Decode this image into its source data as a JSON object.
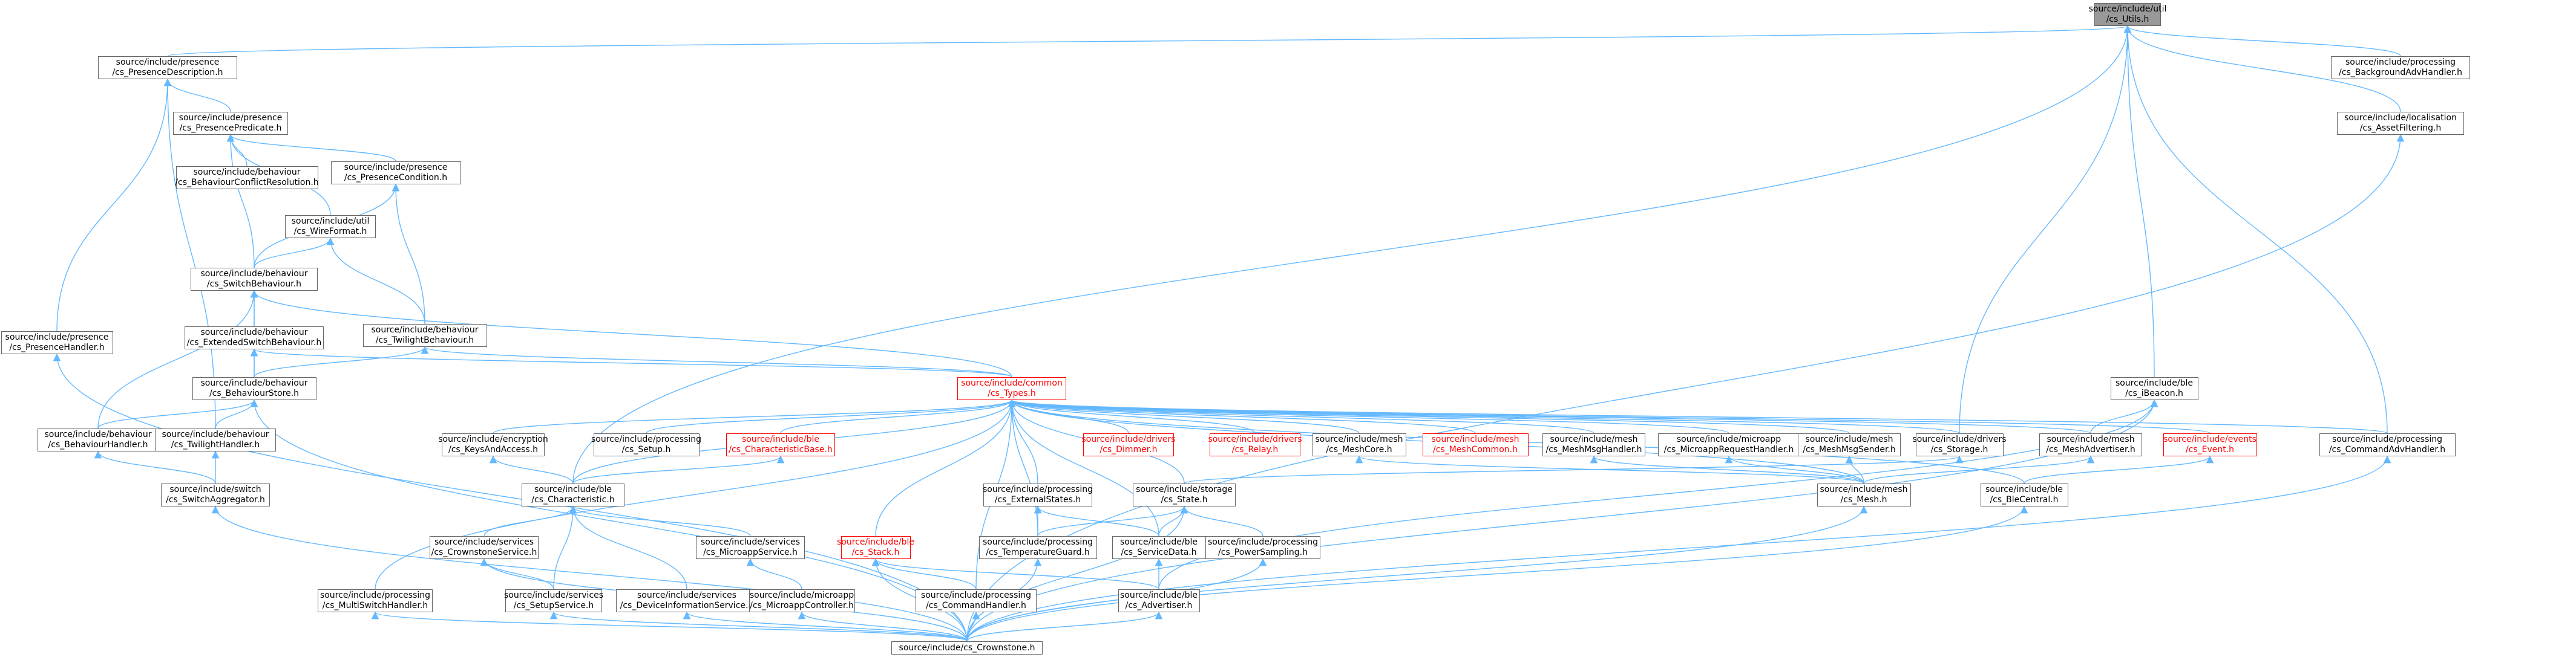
{
  "colors": {
    "edge": "#63b8ff",
    "border": "#666666",
    "root_fill": "#999999",
    "red": "#ff0000"
  },
  "nodes": [
    {
      "id": "utils",
      "l1": "source/include/util",
      "l2": "/cs_Utils.h",
      "style": "root"
    },
    {
      "id": "presdesc",
      "l1": "source/include/presence",
      "l2": "/cs_PresenceDescription.h"
    },
    {
      "id": "bgadv",
      "l1": "source/include/processing",
      "l2": "/cs_BackgroundAdvHandler.h"
    },
    {
      "id": "presPred",
      "l1": "source/include/presence",
      "l2": "/cs_PresencePredicate.h"
    },
    {
      "id": "assetf",
      "l1": "source/include/localisation",
      "l2": "/cs_AssetFiltering.h"
    },
    {
      "id": "bconf",
      "l1": "source/include/behaviour",
      "l2": "/cs_BehaviourConflictResolution.h"
    },
    {
      "id": "prescond",
      "l1": "source/include/presence",
      "l2": "/cs_PresenceCondition.h"
    },
    {
      "id": "wire",
      "l1": "source/include/util",
      "l2": "/cs_WireFormat.h"
    },
    {
      "id": "switchb",
      "l1": "source/include/behaviour",
      "l2": "/cs_SwitchBehaviour.h"
    },
    {
      "id": "extsw",
      "l1": "source/include/behaviour",
      "l2": "/cs_ExtendedSwitchBehaviour.h"
    },
    {
      "id": "twb",
      "l1": "source/include/behaviour",
      "l2": "/cs_TwilightBehaviour.h"
    },
    {
      "id": "preshandler",
      "l1": "source/include/presence",
      "l2": "/cs_PresenceHandler.h"
    },
    {
      "id": "bstore",
      "l1": "source/include/behaviour",
      "l2": "/cs_BehaviourStore.h"
    },
    {
      "id": "types",
      "l1": "source/include/common",
      "l2": "/cs_Types.h",
      "style": "red"
    },
    {
      "id": "ibeacon",
      "l1": "source/include/ble",
      "l2": "/cs_iBeacon.h"
    },
    {
      "id": "bhandler",
      "l1": "source/include/behaviour",
      "l2": "/cs_BehaviourHandler.h"
    },
    {
      "id": "twhandler",
      "l1": "source/include/behaviour",
      "l2": "/cs_TwilightHandler.h"
    },
    {
      "id": "keys",
      "l1": "source/include/encryption",
      "l2": "/cs_KeysAndAccess.h"
    },
    {
      "id": "setup",
      "l1": "source/include/processing",
      "l2": "/cs_Setup.h"
    },
    {
      "id": "charbase",
      "l1": "source/include/ble",
      "l2": "/cs_CharacteristicBase.h",
      "style": "red"
    },
    {
      "id": "dimmer",
      "l1": "source/include/drivers",
      "l2": "/cs_Dimmer.h",
      "style": "red"
    },
    {
      "id": "relay",
      "l1": "source/include/drivers",
      "l2": "/cs_Relay.h",
      "style": "red"
    },
    {
      "id": "meshcore",
      "l1": "source/include/mesh",
      "l2": "/cs_MeshCore.h"
    },
    {
      "id": "meshcommon",
      "l1": "source/include/mesh",
      "l2": "/cs_MeshCommon.h",
      "style": "red"
    },
    {
      "id": "meshmsg",
      "l1": "source/include/mesh",
      "l2": "/cs_MeshMsgHandler.h"
    },
    {
      "id": "mreq",
      "l1": "source/include/microapp",
      "l2": "/cs_MicroappRequestHandler.h"
    },
    {
      "id": "meshsend",
      "l1": "source/include/mesh",
      "l2": "/cs_MeshMsgSender.h"
    },
    {
      "id": "storage",
      "l1": "source/include/drivers",
      "l2": "/cs_Storage.h"
    },
    {
      "id": "meshadv",
      "l1": "source/include/mesh",
      "l2": "/cs_MeshAdvertiser.h"
    },
    {
      "id": "event",
      "l1": "source/include/events",
      "l2": "/cs_Event.h",
      "style": "red"
    },
    {
      "id": "cmdadv",
      "l1": "source/include/processing",
      "l2": "/cs_CommandAdvHandler.h"
    },
    {
      "id": "swagg",
      "l1": "source/include/switch",
      "l2": "/cs_SwitchAggregator.h"
    },
    {
      "id": "charh",
      "l1": "source/include/ble",
      "l2": "/cs_Characteristic.h"
    },
    {
      "id": "extstates",
      "l1": "source/include/processing",
      "l2": "/cs_ExternalStates.h"
    },
    {
      "id": "state",
      "l1": "source/include/storage",
      "l2": "/cs_State.h"
    },
    {
      "id": "mesh",
      "l1": "source/include/mesh",
      "l2": "/cs_Mesh.h"
    },
    {
      "id": "blecentral",
      "l1": "source/include/ble",
      "l2": "/cs_BleCentral.h"
    },
    {
      "id": "crownserv",
      "l1": "source/include/services",
      "l2": "/cs_CrownstoneService.h"
    },
    {
      "id": "microserv",
      "l1": "source/include/services",
      "l2": "/cs_MicroappService.h"
    },
    {
      "id": "stack",
      "l1": "source/include/ble",
      "l2": "/cs_Stack.h",
      "style": "red"
    },
    {
      "id": "tempguard",
      "l1": "source/include/processing",
      "l2": "/cs_TemperatureGuard.h"
    },
    {
      "id": "servdata",
      "l1": "source/include/ble",
      "l2": "/cs_ServiceData.h"
    },
    {
      "id": "powsamp",
      "l1": "source/include/processing",
      "l2": "/cs_PowerSampling.h"
    },
    {
      "id": "multisw",
      "l1": "source/include/processing",
      "l2": "/cs_MultiSwitchHandler.h"
    },
    {
      "id": "setupserv",
      "l1": "source/include/services",
      "l2": "/cs_SetupService.h"
    },
    {
      "id": "devinfo",
      "l1": "source/include/services",
      "l2": "/cs_DeviceInformationService.h"
    },
    {
      "id": "microctrl",
      "l1": "source/include/microapp",
      "l2": "/cs_MicroappController.h"
    },
    {
      "id": "cmdhandler",
      "l1": "source/include/processing",
      "l2": "/cs_CommandHandler.h"
    },
    {
      "id": "advertiser",
      "l1": "source/include/ble",
      "l2": "/cs_Advertiser.h"
    },
    {
      "id": "crownstone",
      "l1": "source/include/cs_Crownstone.h",
      "l2": ""
    }
  ],
  "edges": [
    [
      "presdesc",
      "utils"
    ],
    [
      "bgadv",
      "utils"
    ],
    [
      "assetf",
      "utils"
    ],
    [
      "ibeacon",
      "utils"
    ],
    [
      "storage",
      "utils"
    ],
    [
      "cmdadv",
      "utils"
    ],
    [
      "charh",
      "utils"
    ],
    [
      "presPred",
      "presdesc"
    ],
    [
      "preshandler",
      "presdesc"
    ],
    [
      "twhandler",
      "presdesc"
    ],
    [
      "bconf",
      "presPred"
    ],
    [
      "prescond",
      "presPred"
    ],
    [
      "switchb",
      "presPred"
    ],
    [
      "wire",
      "presPred"
    ],
    [
      "switchb",
      "prescond"
    ],
    [
      "twb",
      "prescond"
    ],
    [
      "switchb",
      "wire"
    ],
    [
      "twb",
      "wire"
    ],
    [
      "extsw",
      "switchb"
    ],
    [
      "bstore",
      "switchb"
    ],
    [
      "bhandler",
      "switchb"
    ],
    [
      "types",
      "switchb"
    ],
    [
      "bstore",
      "extsw"
    ],
    [
      "types",
      "extsw"
    ],
    [
      "bstore",
      "twb"
    ],
    [
      "types",
      "twb"
    ],
    [
      "bhandler",
      "bstore"
    ],
    [
      "twhandler",
      "bstore"
    ],
    [
      "crownstone",
      "bstore"
    ],
    [
      "crownstone",
      "preshandler"
    ],
    [
      "swagg",
      "bhandler"
    ],
    [
      "swagg",
      "twhandler"
    ],
    [
      "crownstone",
      "swagg"
    ],
    [
      "charh",
      "types"
    ],
    [
      "keys",
      "types"
    ],
    [
      "setup",
      "types"
    ],
    [
      "charbase",
      "types"
    ],
    [
      "dimmer",
      "types"
    ],
    [
      "relay",
      "types"
    ],
    [
      "meshcore",
      "types"
    ],
    [
      "meshcommon",
      "types"
    ],
    [
      "meshmsg",
      "types"
    ],
    [
      "mreq",
      "types"
    ],
    [
      "meshsend",
      "types"
    ],
    [
      "storage",
      "types"
    ],
    [
      "meshadv",
      "types"
    ],
    [
      "event",
      "types"
    ],
    [
      "cmdadv",
      "types"
    ],
    [
      "multisw",
      "types"
    ],
    [
      "stack",
      "types"
    ],
    [
      "extstates",
      "types"
    ],
    [
      "state",
      "types"
    ],
    [
      "tempguard",
      "types"
    ],
    [
      "servdata",
      "types"
    ],
    [
      "cmdhandler",
      "types"
    ],
    [
      "mesh",
      "types"
    ],
    [
      "blecentral",
      "types"
    ],
    [
      "meshadv",
      "ibeacon"
    ],
    [
      "crownstone",
      "ibeacon"
    ],
    [
      "advertiser",
      "ibeacon"
    ],
    [
      "charh",
      "keys"
    ],
    [
      "charh",
      "charbase"
    ],
    [
      "mesh",
      "meshcore"
    ],
    [
      "mesh",
      "meshmsg"
    ],
    [
      "mesh",
      "meshsend"
    ],
    [
      "mesh",
      "meshadv"
    ],
    [
      "mesh",
      "mreq"
    ],
    [
      "state",
      "storage"
    ],
    [
      "blecentral",
      "event"
    ],
    [
      "crownstone",
      "cmdadv"
    ],
    [
      "crownserv",
      "charh"
    ],
    [
      "microserv",
      "charh"
    ],
    [
      "setupserv",
      "charh"
    ],
    [
      "devinfo",
      "charh"
    ],
    [
      "tempguard",
      "extstates"
    ],
    [
      "servdata",
      "extstates"
    ],
    [
      "tempguard",
      "state"
    ],
    [
      "servdata",
      "state"
    ],
    [
      "powsamp",
      "state"
    ],
    [
      "crownstone",
      "state"
    ],
    [
      "setupserv",
      "crownserv"
    ],
    [
      "crownstone",
      "crownserv"
    ],
    [
      "microctrl",
      "microserv"
    ],
    [
      "cmdhandler",
      "stack"
    ],
    [
      "advertiser",
      "stack"
    ],
    [
      "crownstone",
      "stack"
    ],
    [
      "crownstone",
      "tempguard"
    ],
    [
      "advertiser",
      "servdata"
    ],
    [
      "crownstone",
      "powsamp"
    ],
    [
      "crownstone",
      "multisw"
    ],
    [
      "crownstone",
      "setupserv"
    ],
    [
      "crownstone",
      "devinfo"
    ],
    [
      "crownstone",
      "microctrl"
    ],
    [
      "crownstone",
      "cmdhandler"
    ],
    [
      "crownstone",
      "advertiser"
    ],
    [
      "crownstone",
      "blecentral"
    ],
    [
      "crownstone",
      "mesh"
    ],
    [
      "crownstone",
      "assetf"
    ]
  ]
}
